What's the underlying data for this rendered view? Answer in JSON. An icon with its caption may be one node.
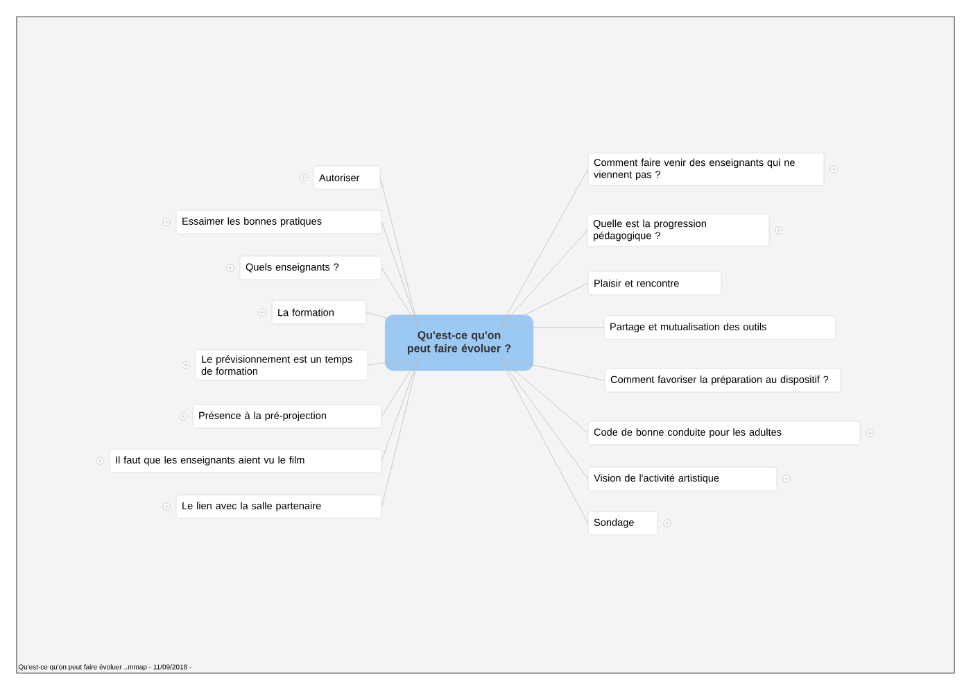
{
  "diagram": {
    "nodes": [
      {
        "text": [
          "Qu'est-ce qu'on peut faire évoluer ?"
        ]
      },
      {
        "text": [
          "Autoriser"
        ]
      },
      {
        "text": [
          "Essaimer les bonnes pratiques"
        ]
      },
      {
        "text": [
          "Quels enseignants ?"
        ]
      },
      {
        "text": [
          "La formation"
        ]
      },
      {
        "text": [
          "Le prévisionnement est un temps de formation"
        ]
      },
      {
        "text": [
          "Présence à la pré-projection"
        ]
      },
      {
        "text": [
          "Il faut que les enseignants aient vu le film"
        ]
      },
      {
        "text": [
          "Le lien avec la salle partenaire"
        ]
      },
      {
        "text": [
          "Comment faire venir des enseignants qui ne viennent pas ?"
        ]
      },
      {
        "text": [
          "Quelle est la progression pédagogique ?"
        ]
      },
      {
        "text": [
          "Plaisir et rencontre"
        ]
      },
      {
        "text": [
          "Partage et mutualisation des outils"
        ]
      },
      {
        "text": [
          "Comment favoriser la préparation au dispositif ?"
        ]
      },
      {
        "text": [
          "Code de bonne conduite pour les adultes"
        ]
      },
      {
        "text": [
          "Vision de l'activité artistique"
        ]
      },
      {
        "text": [
          "Sondage"
        ]
      }
    ],
    "edges": [
      {
        "from": 0,
        "to": 1,
        "arrow": "none"
      },
      {
        "from": 0,
        "to": 2,
        "arrow": "none"
      },
      {
        "from": 0,
        "to": 3,
        "arrow": "none"
      },
      {
        "from": 0,
        "to": 4,
        "arrow": "none"
      },
      {
        "from": 0,
        "to": 5,
        "arrow": "none"
      },
      {
        "from": 0,
        "to": 6,
        "arrow": "none"
      },
      {
        "from": 0,
        "to": 7,
        "arrow": "none"
      },
      {
        "from": 0,
        "to": 8,
        "arrow": "none"
      },
      {
        "from": 0,
        "to": 9,
        "arrow": "none"
      },
      {
        "from": 0,
        "to": 10,
        "arrow": "none"
      },
      {
        "from": 0,
        "to": 11,
        "arrow": "none"
      },
      {
        "from": 0,
        "to": 12,
        "arrow": "none"
      },
      {
        "from": 0,
        "to": 13,
        "arrow": "none"
      },
      {
        "from": 0,
        "to": 14,
        "arrow": "none"
      },
      {
        "from": 0,
        "to": 15,
        "arrow": "none"
      },
      {
        "from": 0,
        "to": 16,
        "arrow": "none"
      }
    ],
    "labels": [
      "Qu'est-ce qu'on peut faire évoluer ..mmap - 11/09/2018 -"
    ]
  }
}
